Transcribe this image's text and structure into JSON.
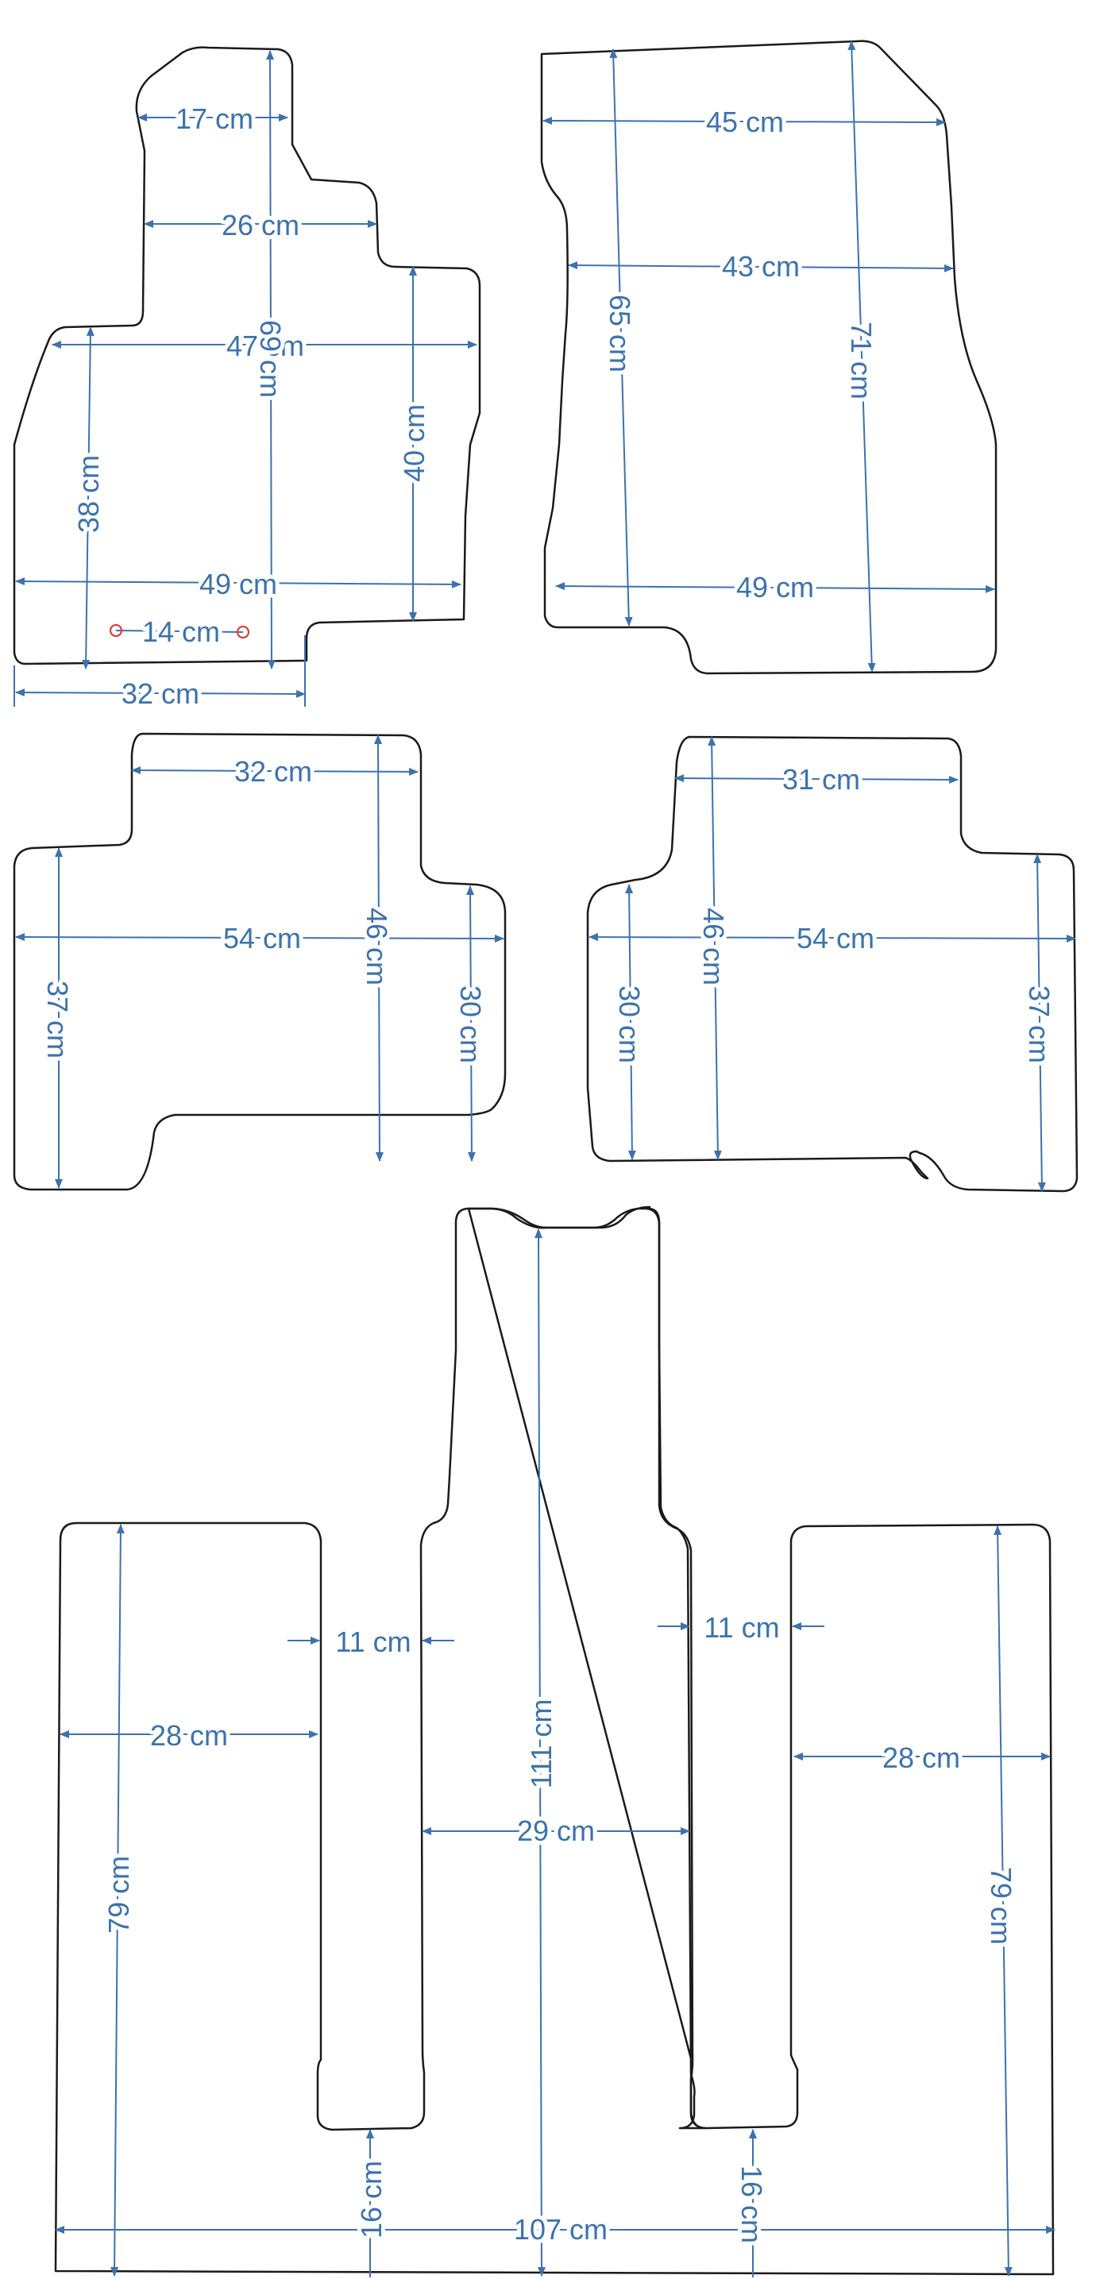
{
  "colors": {
    "outline": "#1a1a1a",
    "dimension": "#3d72aa",
    "clip_marker": "#d9413a",
    "background": "#ffffff"
  },
  "front_left": {
    "width_top": "17 cm",
    "width_upper": "26 cm",
    "width_middle": "47 cm",
    "height_total": "69 cm",
    "height_right": "40 cm",
    "height_left": "38 cm",
    "width_bottom": "49 cm",
    "clip_distance": "14 cm",
    "width_base": "32 cm"
  },
  "front_right": {
    "width_top": "45 cm",
    "width_middle": "43 cm",
    "height_left": "65 cm",
    "height_right": "71 cm",
    "width_bottom": "49 cm"
  },
  "rear_left": {
    "width_top": "32 cm",
    "width_full": "54 cm",
    "height_mid": "46 cm",
    "height_left": "37 cm",
    "height_right": "30 cm"
  },
  "rear_right": {
    "width_top": "31 cm",
    "width_full": "54 cm",
    "height_mid": "46 cm",
    "height_left": "30 cm",
    "height_right": "37 cm"
  },
  "third_row": {
    "gap_left": "11 cm",
    "gap_right": "11 cm",
    "center_length": "111 cm",
    "left_width": "28 cm",
    "right_width": "28 cm",
    "center_width": "29 cm",
    "left_length": "79 cm",
    "right_length": "79 cm",
    "notch_left": "16 cm",
    "notch_right": "16 cm",
    "total_width": "107 cm"
  }
}
